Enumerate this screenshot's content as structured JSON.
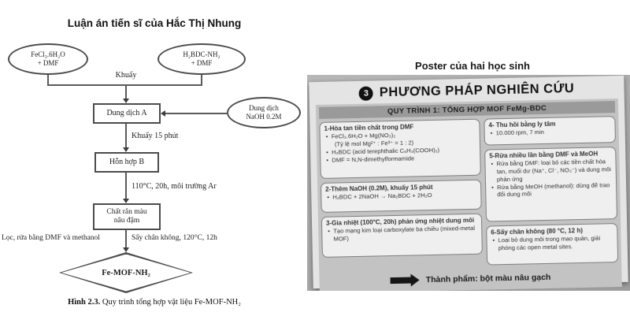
{
  "flowchart": {
    "title": "Luận án tiến sĩ của Hắc Thị Nhung",
    "input_left_line1": "FeCl₃.6H₂O",
    "input_left_line2": "+ DMF",
    "input_right_line1": "H₂BDC-NH₂",
    "input_right_line2": "+ DMF",
    "stir_label": "Khuấy",
    "box_a": "Dung dịch A",
    "naoh_line1": "Dung dịch",
    "naoh_line2": "NaOH 0.2M",
    "stir15_label": "Khuấy 15 phút",
    "box_b": "Hỗn hợp B",
    "heat_label": "110°C, 20h, môi trường Ar",
    "box_c_line1": "Chất rắn màu",
    "box_c_line2": "nâu đậm",
    "wash_label": "Lọc, rửa bằng DMF và methanol",
    "dry_label": "Sấy chân không, 120°C, 12h",
    "result": "Fe-MOF-NH₂",
    "caption_bold": "Hình 2.3.",
    "caption_rest": " Quy trình tổng hợp vật liệu Fe-MOF-NH₂"
  },
  "poster": {
    "title": "Poster của hai học sinh",
    "badge": "3",
    "header": "PHƯƠNG PHÁP NGHIÊN CỨU",
    "subheader": "QUY TRÌNH 1: TỔNG HỢP MOF FeMg-BDC",
    "step1": {
      "title": "1-Hòa tan tiền chất trong DMF",
      "b1": "FeCl₃.6H₂O + Mg(NO₃)₂",
      "b1_note": "(Tỷ lệ mol Mg²⁺ : Fe³⁺ = 1 : 2)",
      "b2": "H₂BDC (acid terephthalic C₆H₄(COOH)₂)",
      "b3": "DMF = N,N-dimethylformamide"
    },
    "step2": {
      "title": "2-Thêm NaOH (0.2M), khuấy 15 phút",
      "b1": "H₂BDC + 2NaOH → Na₂BDC + 2H₂O"
    },
    "step3": {
      "title": "3-Gia nhiệt (100°C, 20h) phản ứng nhiệt dung môi",
      "b1": "Tạo mạng kim loại carboxylate ba chiều (mixed-metal MOF)"
    },
    "step4": {
      "title": "4- Thu hồi bằng ly tâm",
      "b1": "10.000 rpm, 7 min"
    },
    "step5": {
      "title": "5-Rửa nhiều lần bằng DMF và MeOH",
      "b1": "Rửa bằng DMF: loại bỏ các tiền chất hòa tan, muối dư (Na⁺, Cl⁻, NO₃⁻) và dung môi phản ứng",
      "b2": "Rửa bằng MeOH (methanol): dùng để trao đổi dung môi"
    },
    "step6": {
      "title": "6-Sấy chân không (80 °C, 12 h)",
      "b1": "Loại bỏ dung môi trong mao quản, giải phóng các open metal sites."
    },
    "footer": "Thành phẩm: bột màu nâu gạch"
  },
  "colors": {
    "line": "#5a5a5a",
    "poster_panel": "#c3c3c3",
    "badge_bg": "#111111"
  }
}
